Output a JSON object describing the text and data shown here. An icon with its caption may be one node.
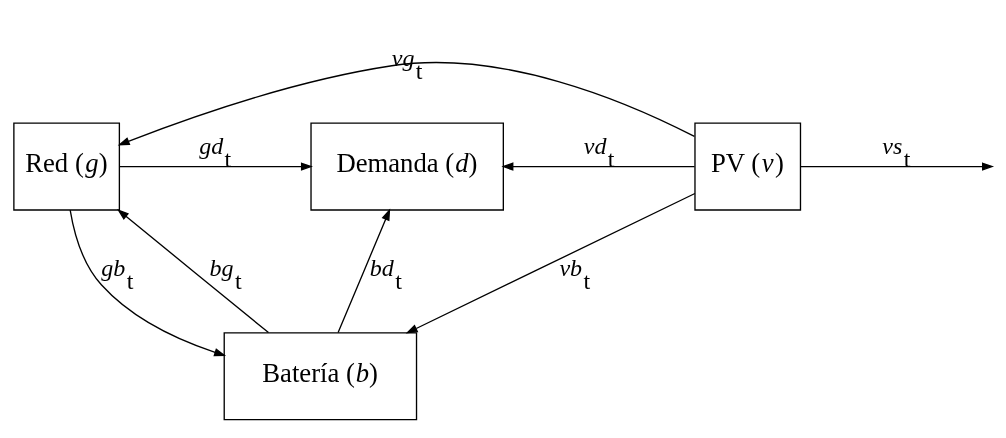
{
  "diagram": {
    "nodes": [
      {
        "text": [
          "Red (*g*)"
        ]
      },
      {
        "text": [
          "Demanda (*d*)"
        ]
      },
      {
        "text": [
          "PV (*v*)"
        ]
      },
      {
        "text": [
          "Batería (*b*)"
        ]
      }
    ],
    "edges": [
      {
        "from": 2,
        "to": 0,
        "arrow": "to",
        "label": "*vg*$_{t}$"
      },
      {
        "from": 0,
        "to": 1,
        "arrow": "to",
        "label": "*gd*$_{t}$"
      },
      {
        "from": 2,
        "to": 1,
        "arrow": "to",
        "label": "*vd*$_{t}$"
      },
      {
        "from": 2,
        "to": null,
        "arrow": "to",
        "label": "*vs*$_{t}$"
      },
      {
        "from": 0,
        "to": 3,
        "arrow": "to",
        "label": "*gb*$_{t}$"
      },
      {
        "from": 3,
        "to": 1,
        "arrow": "to",
        "label": "*bd*$_{t}$"
      },
      {
        "from": 2,
        "to": 3,
        "arrow": "to",
        "label": "*vb*$_{t}$"
      },
      {
        "from": 3,
        "to": 0,
        "arrow": "to",
        "label": "*bg*$_{t}$"
      }
    ]
  }
}
